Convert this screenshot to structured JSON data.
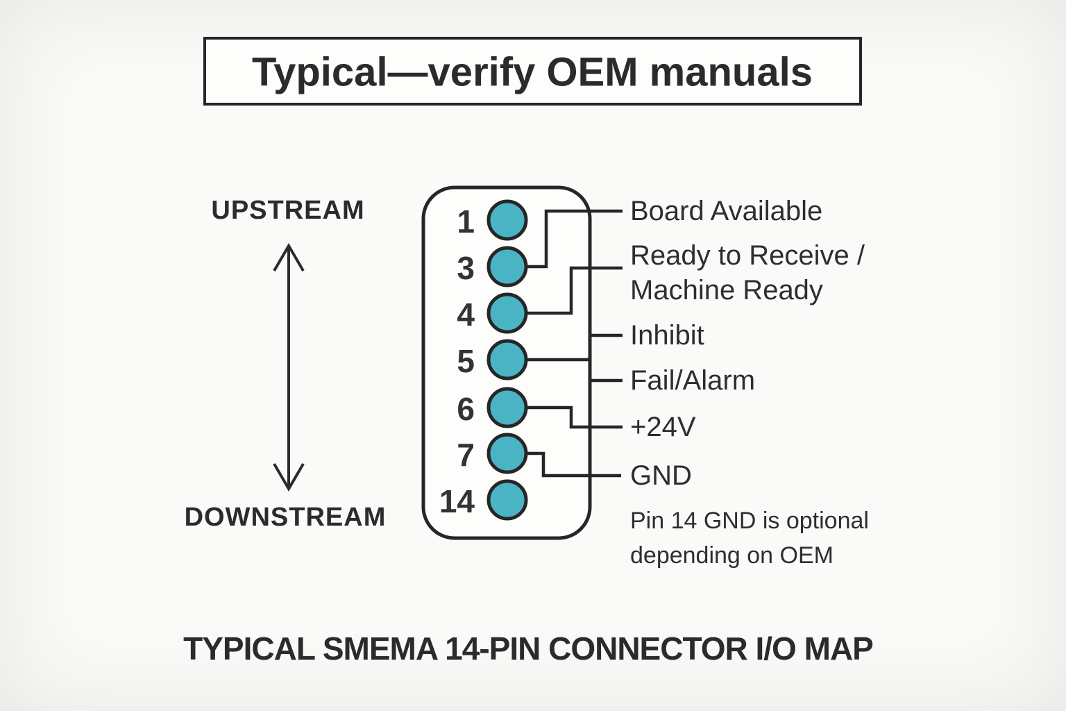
{
  "banner": {
    "label": "Typical—verify OEM manuals"
  },
  "direction": {
    "upstream": "UPSTREAM",
    "downstream": "DOWNSTREAM"
  },
  "connector": {
    "pins": [
      "1",
      "3",
      "4",
      "5",
      "6",
      "7",
      "14"
    ]
  },
  "signals": {
    "board_available": "Board Available",
    "ready_line1": "Ready to Receive /",
    "ready_line2": "Machine Ready",
    "inhibit": "Inhibit",
    "fail_alarm": "Fail/Alarm",
    "v24": "+24V",
    "gnd": "GND"
  },
  "note": {
    "line1": "Pin 14 GND is optional",
    "line2": "depending on OEM"
  },
  "footer": {
    "title": "TYPICAL SMEMA 14-PIN CONNECTOR I/O MAP"
  },
  "colors": {
    "pin_fill": "#4ab4c5",
    "line": "#262626",
    "text": "#2e2e2e",
    "panel": "#fdfdfc",
    "background": "#fafaf8"
  }
}
